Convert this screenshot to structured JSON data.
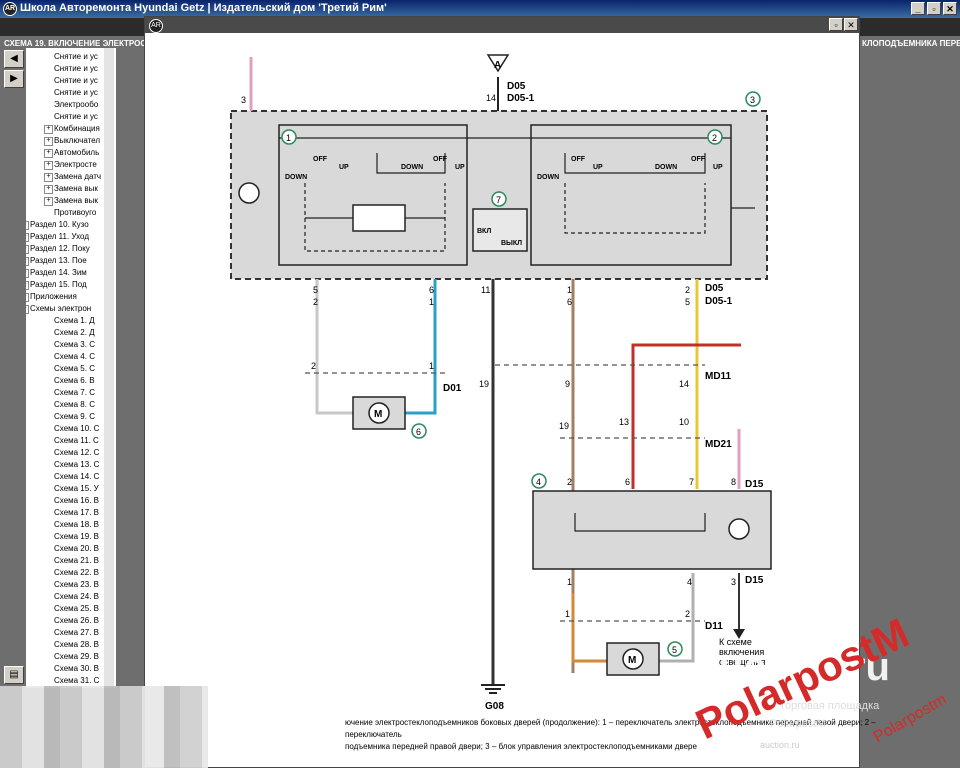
{
  "window": {
    "title": "Школа Авторемонта  Hyundai Getz | Издательский дом 'Третий Рим'",
    "buttons": [
      "_",
      "▫",
      "✕"
    ]
  },
  "headings": {
    "left": "СХЕМА 19. ВКЛЮЧЕНИЕ ЭЛЕКТРОС",
    "right": "КЛОПОДЪЕМНИКА ПЕРЕ"
  },
  "tree": {
    "items": [
      "Снятие и ус",
      "Снятие и ус",
      "Снятие и ус",
      "Снятие и ус",
      "Электрообо",
      "Снятие и ус",
      "Комбинация",
      "Выключател",
      "Автомобиль",
      "Электросте",
      "Замена датч",
      "Замена вык",
      "Замена вык",
      "Противоуго",
      "Раздел 10. Кузо",
      "Раздел 11. Уход",
      "Раздел 12. Поку",
      "Раздел 13. Пое",
      "Раздел 14. Зим",
      "Раздел 15. Под",
      "Приложения",
      "Схемы электрон",
      "Схема 1. Д",
      "Схема 2. Д",
      "Схема 3. С",
      "Схема 4. С",
      "Схема 5. С",
      "Схема 6. В",
      "Схема 7. С",
      "Схема 8. С",
      "Схема 9. С",
      "Схема 10. С",
      "Схема 11. С",
      "Схема 12. С",
      "Схема 13. С",
      "Схема 14. С",
      "Схема 15. У",
      "Схема 16. В",
      "Схема 17. В",
      "Схема 18. В",
      "Схема 19. В",
      "Схема 20. В",
      "Схема 21. В",
      "Схема 22. В",
      "Схема 23. В",
      "Схема 24. В",
      "Схема 25. В",
      "Схема 26. В",
      "Схема 27. В",
      "Схема 28. В",
      "Схема 29. В",
      "Схема 30. В",
      "Схема 31. С"
    ]
  },
  "diagram": {
    "ground_top": "A",
    "connector_top": "D05",
    "connector_top2": "D05-1",
    "pin_top": "14",
    "pin_left_top": "3",
    "block_labels": [
      "1",
      "2",
      "3",
      "4",
      "5",
      "6",
      "7"
    ],
    "switch_words": {
      "off": "OFF",
      "up": "UP",
      "down": "DOWN",
      "on": "ВКЛ",
      "offru": "ВЫКЛ"
    },
    "bottom_pins_left": [
      "5",
      "2",
      "6",
      "1",
      "11"
    ],
    "bottom_pins_right": [
      "1",
      "6",
      "2",
      "5"
    ],
    "conn_d05": "D05",
    "conn_d05_1": "D05-1",
    "pins_mid": [
      "2",
      "1",
      "19",
      "9",
      "14"
    ],
    "conn_d01": "D01",
    "conn_md11": "MD11",
    "pins_md21": [
      "19",
      "13",
      "10"
    ],
    "conn_md21": "MD21",
    "pins_block4_top": [
      "2",
      "6",
      "7",
      "8"
    ],
    "conn_d15": "D15",
    "pins_block4_bottom": [
      "1",
      "4",
      "3"
    ],
    "conn_d15b": "D15",
    "pins_d11": [
      "1",
      "2"
    ],
    "conn_d11": "D11",
    "note_lines": [
      "К схеме",
      "включения",
      "освещения"
    ],
    "ground_label": "G08"
  },
  "caption": {
    "line1": "ючение электростеклоподъемников боковых дверей (продолжение): 1 – переключатель электростеклоподъемника передней левой двери; 2 – переключатель",
    "line2": "подъемника передней правой двери; 3 – блок управления электростеклоподъемниками двере"
  },
  "watermark": {
    "brand": "PolarpostM",
    "site": "Auction.ru",
    "sub1": "торговая площадка",
    "sub2": "PolarpostM",
    "sub3": "auction.ru",
    "small": "Polarpostm"
  },
  "colors": {
    "wire_blue": "#2aa0c8",
    "wire_red": "#c0302a",
    "wire_yellow": "#e8c830",
    "wire_brown": "#a08060",
    "wire_orange": "#d08a3a",
    "wire_gray": "#b0b0b0",
    "wire_pink": "#e0a0c0",
    "titlebar": "#0a246a"
  }
}
